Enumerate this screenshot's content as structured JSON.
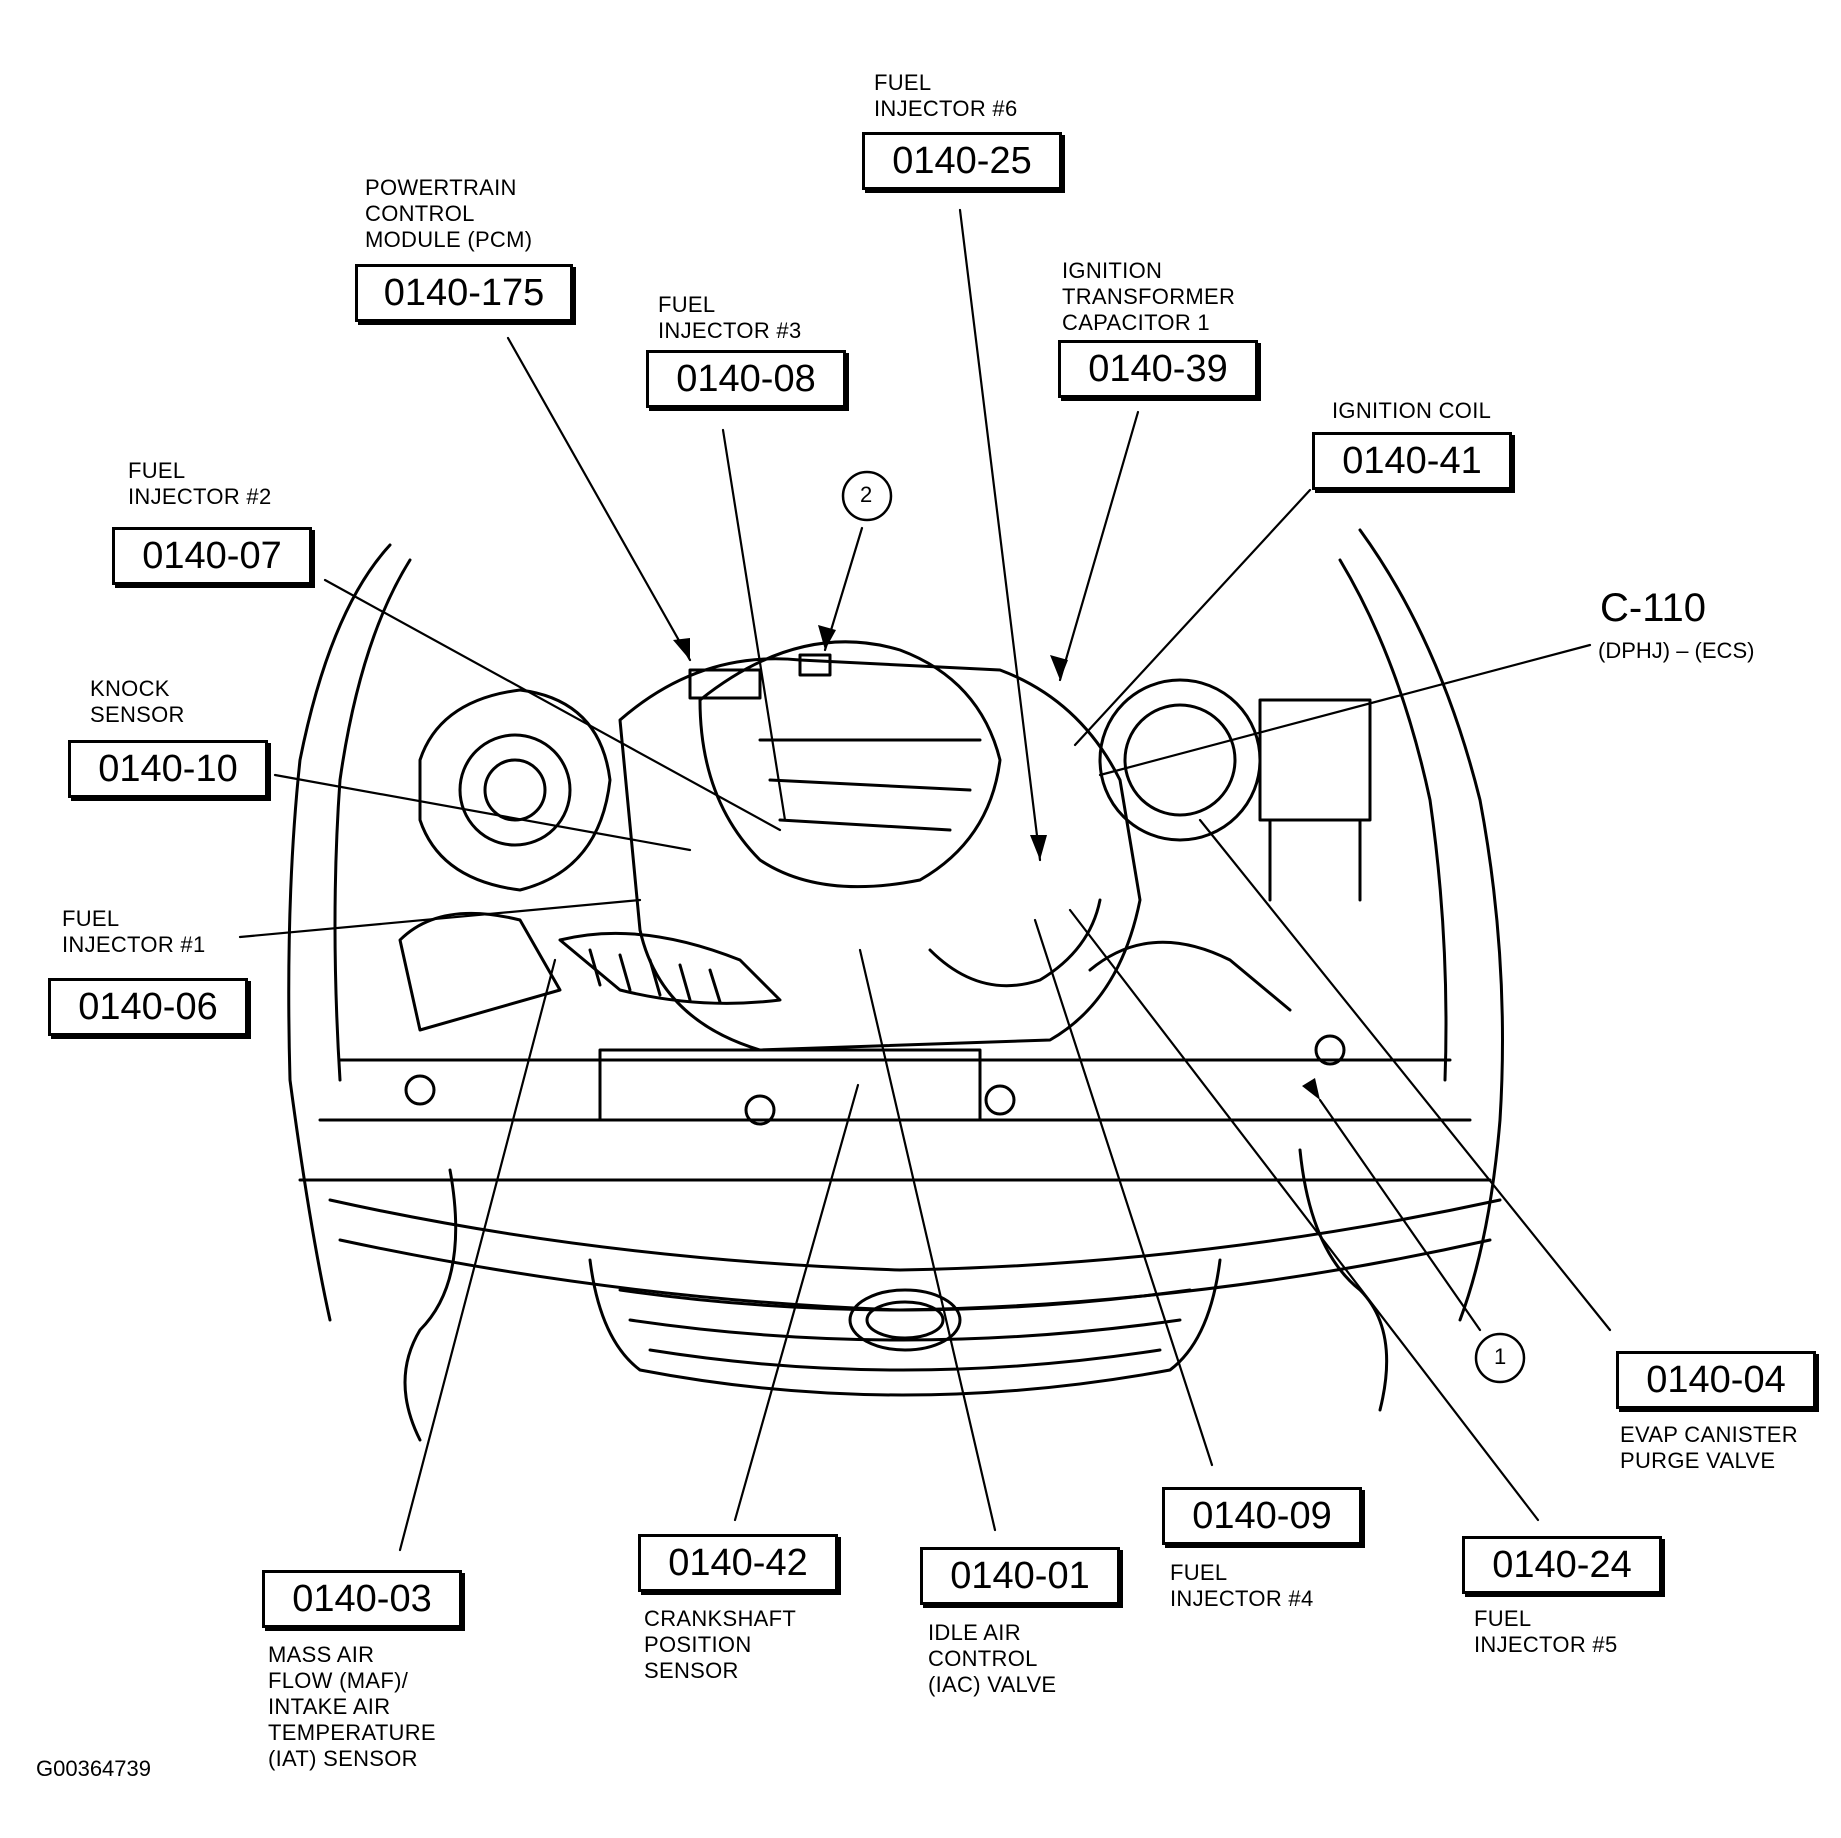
{
  "figure_id": "G00364739",
  "connector": {
    "id": "C-110",
    "note": "(DPHJ) – (ECS)"
  },
  "callouts": [
    {
      "key": "fi6",
      "code": "0140-25",
      "label": "FUEL\nINJECTOR #6"
    },
    {
      "key": "pcm",
      "code": "0140-175",
      "label": "POWERTRAIN\nCONTROL\nMODULE (PCM)"
    },
    {
      "key": "fi3",
      "code": "0140-08",
      "label": "FUEL\nINJECTOR #3"
    },
    {
      "key": "itc",
      "code": "0140-39",
      "label": "IGNITION\nTRANSFORMER\nCAPACITOR 1"
    },
    {
      "key": "coil",
      "code": "0140-41",
      "label": "IGNITION COIL"
    },
    {
      "key": "fi2",
      "code": "0140-07",
      "label": "FUEL\nINJECTOR #2"
    },
    {
      "key": "knock",
      "code": "0140-10",
      "label": "KNOCK\nSENSOR"
    },
    {
      "key": "fi1",
      "code": "0140-06",
      "label": "FUEL\nINJECTOR #1"
    },
    {
      "key": "maf",
      "code": "0140-03",
      "label": "MASS AIR\nFLOW (MAF)/\nINTAKE AIR\nTEMPERATURE\n(IAT) SENSOR"
    },
    {
      "key": "ckp",
      "code": "0140-42",
      "label": "CRANKSHAFT\nPOSITION\nSENSOR"
    },
    {
      "key": "iac",
      "code": "0140-01",
      "label": "IDLE AIR\nCONTROL\n(IAC) VALVE"
    },
    {
      "key": "fi4",
      "code": "0140-09",
      "label": "FUEL\nINJECTOR #4"
    },
    {
      "key": "fi5",
      "code": "0140-24",
      "label": "FUEL\nINJECTOR #5"
    },
    {
      "key": "evap",
      "code": "0140-04",
      "label": "EVAP CANISTER\nPURGE VALVE"
    }
  ],
  "markers": [
    {
      "key": "m1",
      "number": "1"
    },
    {
      "key": "m2",
      "number": "2"
    }
  ]
}
